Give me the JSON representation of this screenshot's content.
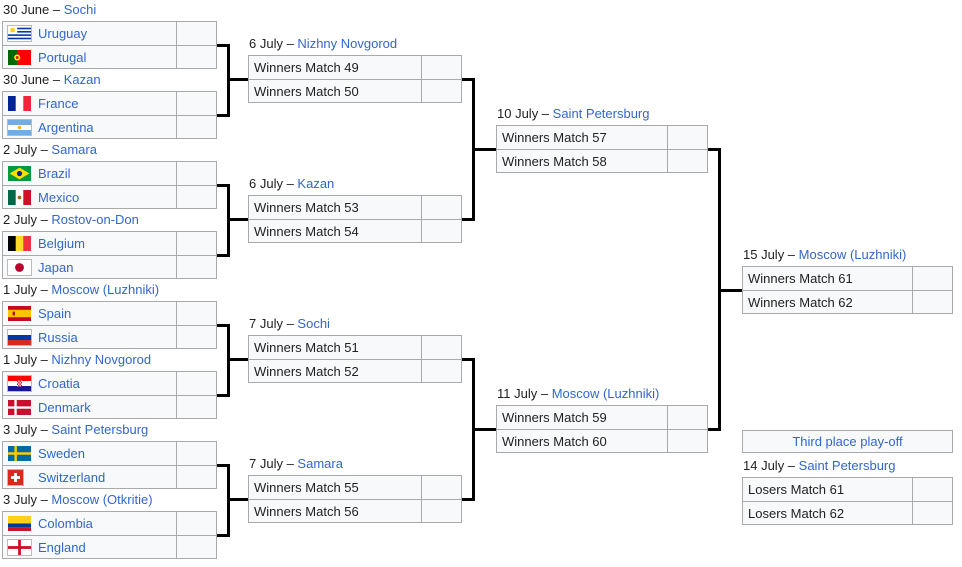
{
  "colors": {
    "link": "#3366cc",
    "text": "#202122",
    "cell_bg": "#f8f9fa",
    "cell_border": "#aaaaaa",
    "bracket_line": "#000000"
  },
  "bracket": {
    "round_of_16": [
      {
        "id": "m49",
        "date": "30 June",
        "venue": "Sochi",
        "home": {
          "team": "Uruguay",
          "flag": "uruguay",
          "score": ""
        },
        "away": {
          "team": "Portugal",
          "flag": "portugal",
          "score": ""
        }
      },
      {
        "id": "m50",
        "date": "30 June",
        "venue": "Kazan",
        "home": {
          "team": "France",
          "flag": "france",
          "score": ""
        },
        "away": {
          "team": "Argentina",
          "flag": "argentina",
          "score": ""
        }
      },
      {
        "id": "m51",
        "date": "2 July",
        "venue": "Samara",
        "home": {
          "team": "Brazil",
          "flag": "brazil",
          "score": ""
        },
        "away": {
          "team": "Mexico",
          "flag": "mexico",
          "score": ""
        }
      },
      {
        "id": "m52",
        "date": "2 July",
        "venue": "Rostov-on-Don",
        "home": {
          "team": "Belgium",
          "flag": "belgium",
          "score": ""
        },
        "away": {
          "team": "Japan",
          "flag": "japan",
          "score": ""
        }
      },
      {
        "id": "m53",
        "date": "1 July",
        "venue": "Moscow (Luzhniki)",
        "home": {
          "team": "Spain",
          "flag": "spain",
          "score": ""
        },
        "away": {
          "team": "Russia",
          "flag": "russia",
          "score": ""
        }
      },
      {
        "id": "m54",
        "date": "1 July",
        "venue": "Nizhny Novgorod",
        "home": {
          "team": "Croatia",
          "flag": "croatia",
          "score": ""
        },
        "away": {
          "team": "Denmark",
          "flag": "denmark",
          "score": ""
        }
      },
      {
        "id": "m55",
        "date": "3 July",
        "venue": "Saint Petersburg",
        "home": {
          "team": "Sweden",
          "flag": "sweden",
          "score": ""
        },
        "away": {
          "team": "Switzerland",
          "flag": "switzerland",
          "score": ""
        }
      },
      {
        "id": "m56",
        "date": "3 July",
        "venue": "Moscow (Otkritie)",
        "home": {
          "team": "Colombia",
          "flag": "colombia",
          "score": ""
        },
        "away": {
          "team": "England",
          "flag": "england",
          "score": ""
        }
      }
    ],
    "quarter_finals": [
      {
        "id": "qf1",
        "date": "6 July",
        "venue": "Nizhny Novgorod",
        "home": {
          "team": "Winners Match 49",
          "score": ""
        },
        "away": {
          "team": "Winners Match 50",
          "score": ""
        }
      },
      {
        "id": "qf2",
        "date": "6 July",
        "venue": "Kazan",
        "home": {
          "team": "Winners Match 53",
          "score": ""
        },
        "away": {
          "team": "Winners Match 54",
          "score": ""
        }
      },
      {
        "id": "qf3",
        "date": "7 July",
        "venue": "Sochi",
        "home": {
          "team": "Winners Match 51",
          "score": ""
        },
        "away": {
          "team": "Winners Match 52",
          "score": ""
        }
      },
      {
        "id": "qf4",
        "date": "7 July",
        "venue": "Samara",
        "home": {
          "team": "Winners Match 55",
          "score": ""
        },
        "away": {
          "team": "Winners Match 56",
          "score": ""
        }
      }
    ],
    "semi_finals": [
      {
        "id": "sf1",
        "date": "10 July",
        "venue": "Saint Petersburg",
        "home": {
          "team": "Winners Match 57",
          "score": ""
        },
        "away": {
          "team": "Winners Match 58",
          "score": ""
        }
      },
      {
        "id": "sf2",
        "date": "11 July",
        "venue": "Moscow (Luzhniki)",
        "home": {
          "team": "Winners Match 59",
          "score": ""
        },
        "away": {
          "team": "Winners Match 60",
          "score": ""
        }
      }
    ],
    "final": {
      "id": "final",
      "date": "15 July",
      "venue": "Moscow (Luzhniki)",
      "home": {
        "team": "Winners Match 61",
        "score": ""
      },
      "away": {
        "team": "Winners Match 62",
        "score": ""
      }
    },
    "third_place": {
      "id": "third",
      "title": "Third place play-off",
      "date": "14 July",
      "venue": "Saint Petersburg",
      "home": {
        "team": "Losers Match 61",
        "score": ""
      },
      "away": {
        "team": "Losers Match 62",
        "score": ""
      }
    }
  }
}
